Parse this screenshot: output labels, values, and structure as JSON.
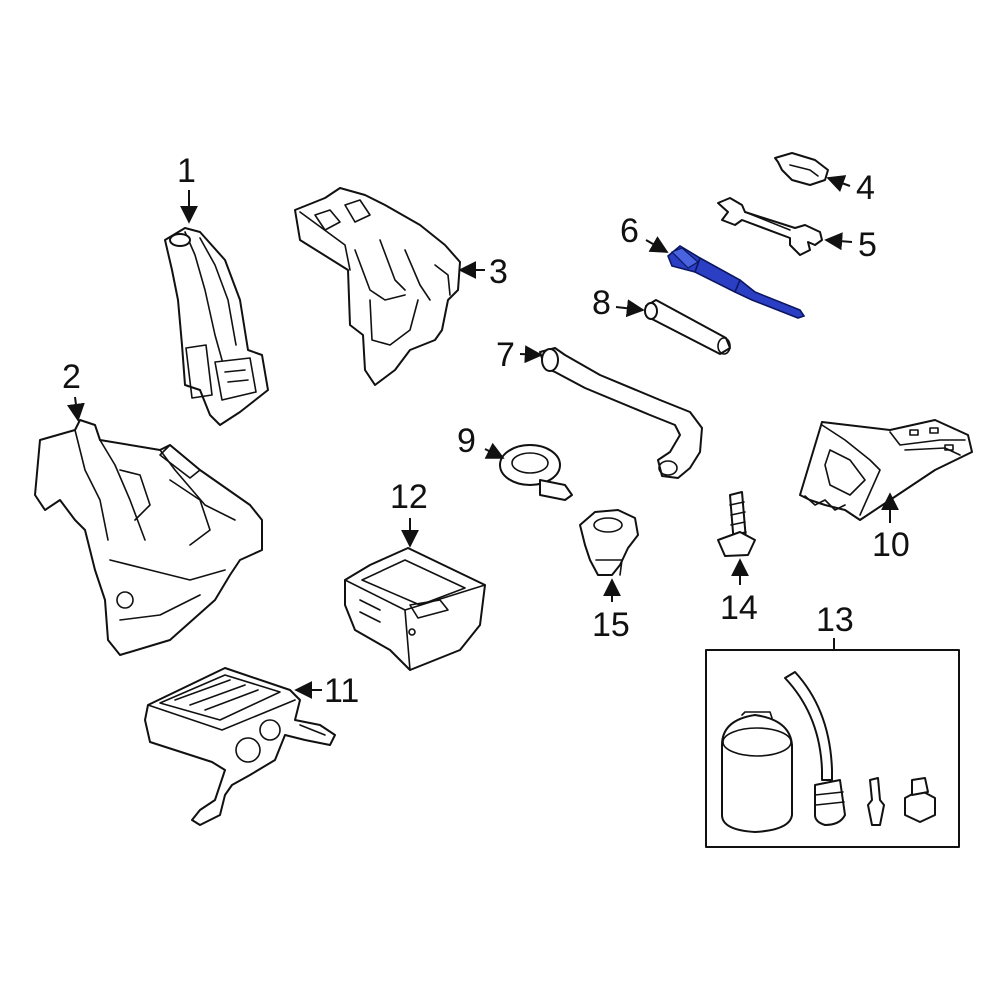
{
  "callouts": {
    "c1": "1",
    "c2": "2",
    "c3": "3",
    "c4": "4",
    "c5": "5",
    "c6": "6",
    "c7": "7",
    "c8": "8",
    "c9": "9",
    "c10": "10",
    "c11": "11",
    "c12": "12",
    "c13": "13",
    "c14": "14",
    "c15": "15"
  },
  "colors": {
    "highlight": "#2a3fc4",
    "line": "#111111",
    "background": "#ffffff"
  },
  "highlighted_part": "6"
}
